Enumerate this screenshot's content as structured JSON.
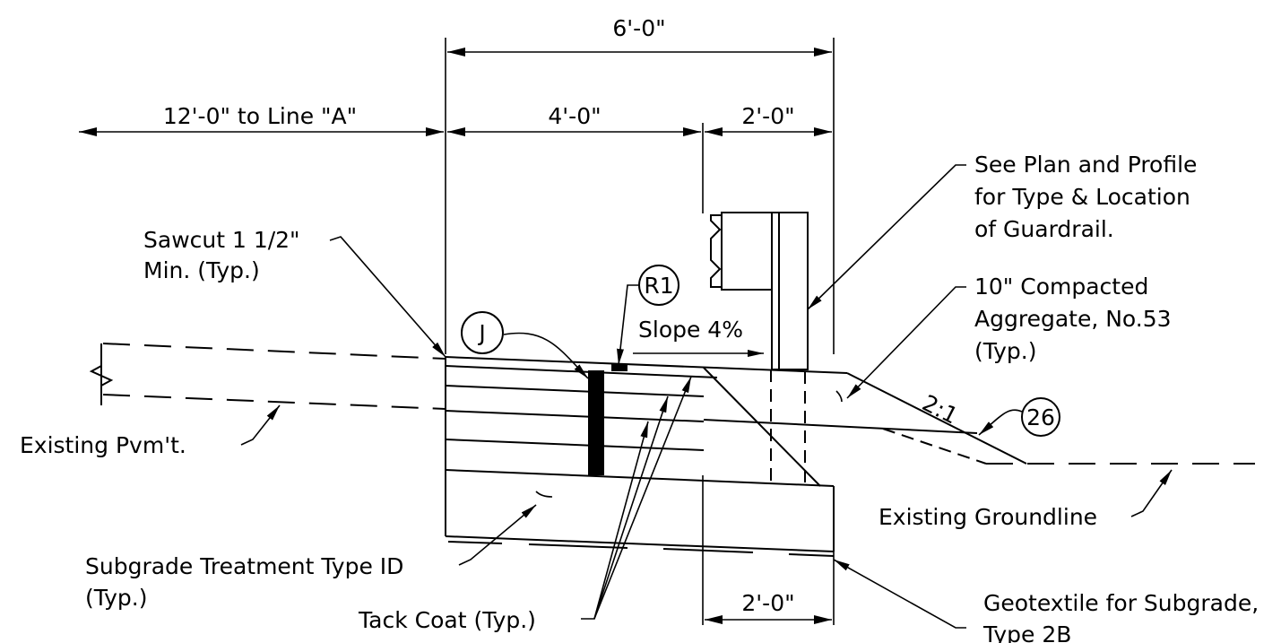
{
  "dimensions": {
    "overall": "6'-0\"",
    "to_line_a": "12'-0\" to Line \"A\"",
    "left": "4'-0\"",
    "right": "2'-0\"",
    "bottom": "2'-0\""
  },
  "slope": {
    "label": "Slope 4%",
    "side_slope": "2:1"
  },
  "callouts": {
    "sawcut": [
      "Sawcut 1 1/2\"",
      "Min. (Typ.)"
    ],
    "j_circle": "J",
    "r1_circle": "R1",
    "guardrail": [
      "See Plan and Profile",
      "for Type & Location",
      "of Guardrail."
    ],
    "aggregate": [
      "10\" Compacted",
      "Aggregate, No.53",
      "(Typ.)"
    ],
    "circle_26": "26",
    "existing_pavement": "Existing Pvm't.",
    "existing_groundline": "Existing Groundline",
    "subgrade": [
      "Subgrade Treatment Type ID",
      "(Typ.)"
    ],
    "tack_coat": "Tack Coat (Typ.)",
    "geotextile": [
      "Geotextile for Subgrade,",
      "Type 2B"
    ]
  }
}
